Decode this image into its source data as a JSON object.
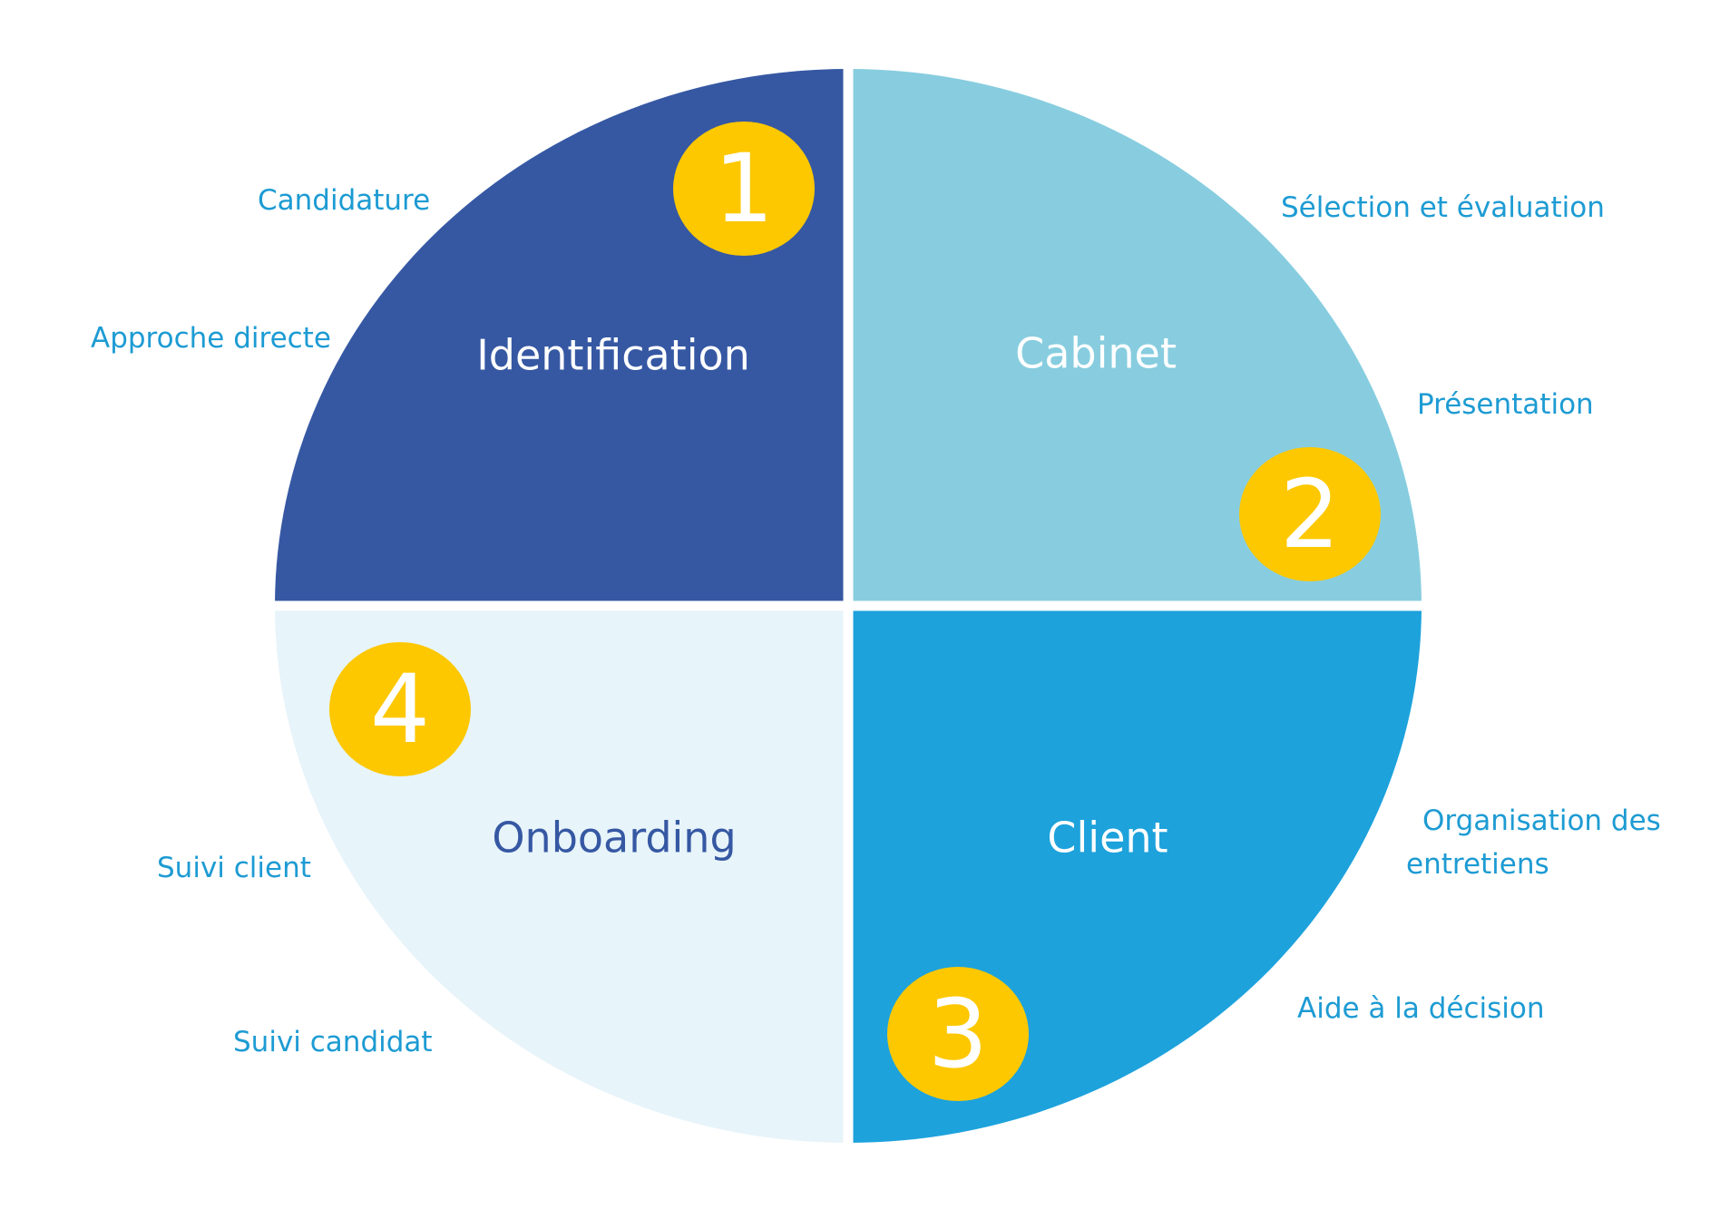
{
  "quadrants": [
    {
      "label": "Identification",
      "number": "1",
      "color": "#3658A3",
      "text_color": "#FFFFFF"
    },
    {
      "label": "Cabinet",
      "number": "2",
      "color": "#87CDDF",
      "text_color": "#FFFFFF"
    },
    {
      "label": "Client",
      "number": "3",
      "color": "#1DA2DC",
      "text_color": "#FFFFFF"
    },
    {
      "label": "Onboarding",
      "number": "4",
      "color": "#E7F4FA",
      "text_color": "#3658A3"
    }
  ],
  "badge_color": "#FDC800",
  "side_text_color": "#1D9BD3",
  "side_labels": {
    "candidature": "Candidature",
    "approche_directe": "Approche directe",
    "selection_evaluation": "Sélection et évaluation",
    "presentation": "Présentation",
    "organisation_line1": "Organisation des",
    "organisation_line2": "entretiens",
    "aide_decision": "Aide à la décision",
    "suivi_client": "Suivi client",
    "suivi_candidat": "Suivi candidat"
  }
}
